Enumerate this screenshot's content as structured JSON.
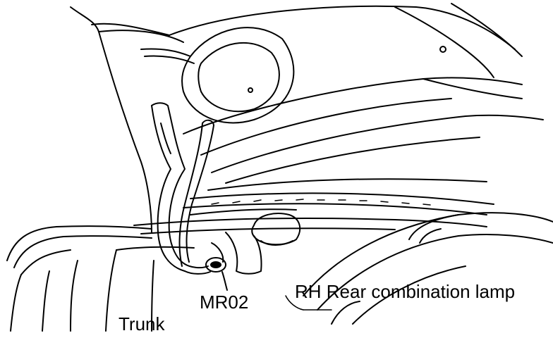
{
  "labels": {
    "connector": "MR02",
    "lamp": "RH Rear combination lamp",
    "trunk": "Trunk"
  },
  "colors": {
    "ink": "#000000",
    "paper": "#ffffff"
  }
}
